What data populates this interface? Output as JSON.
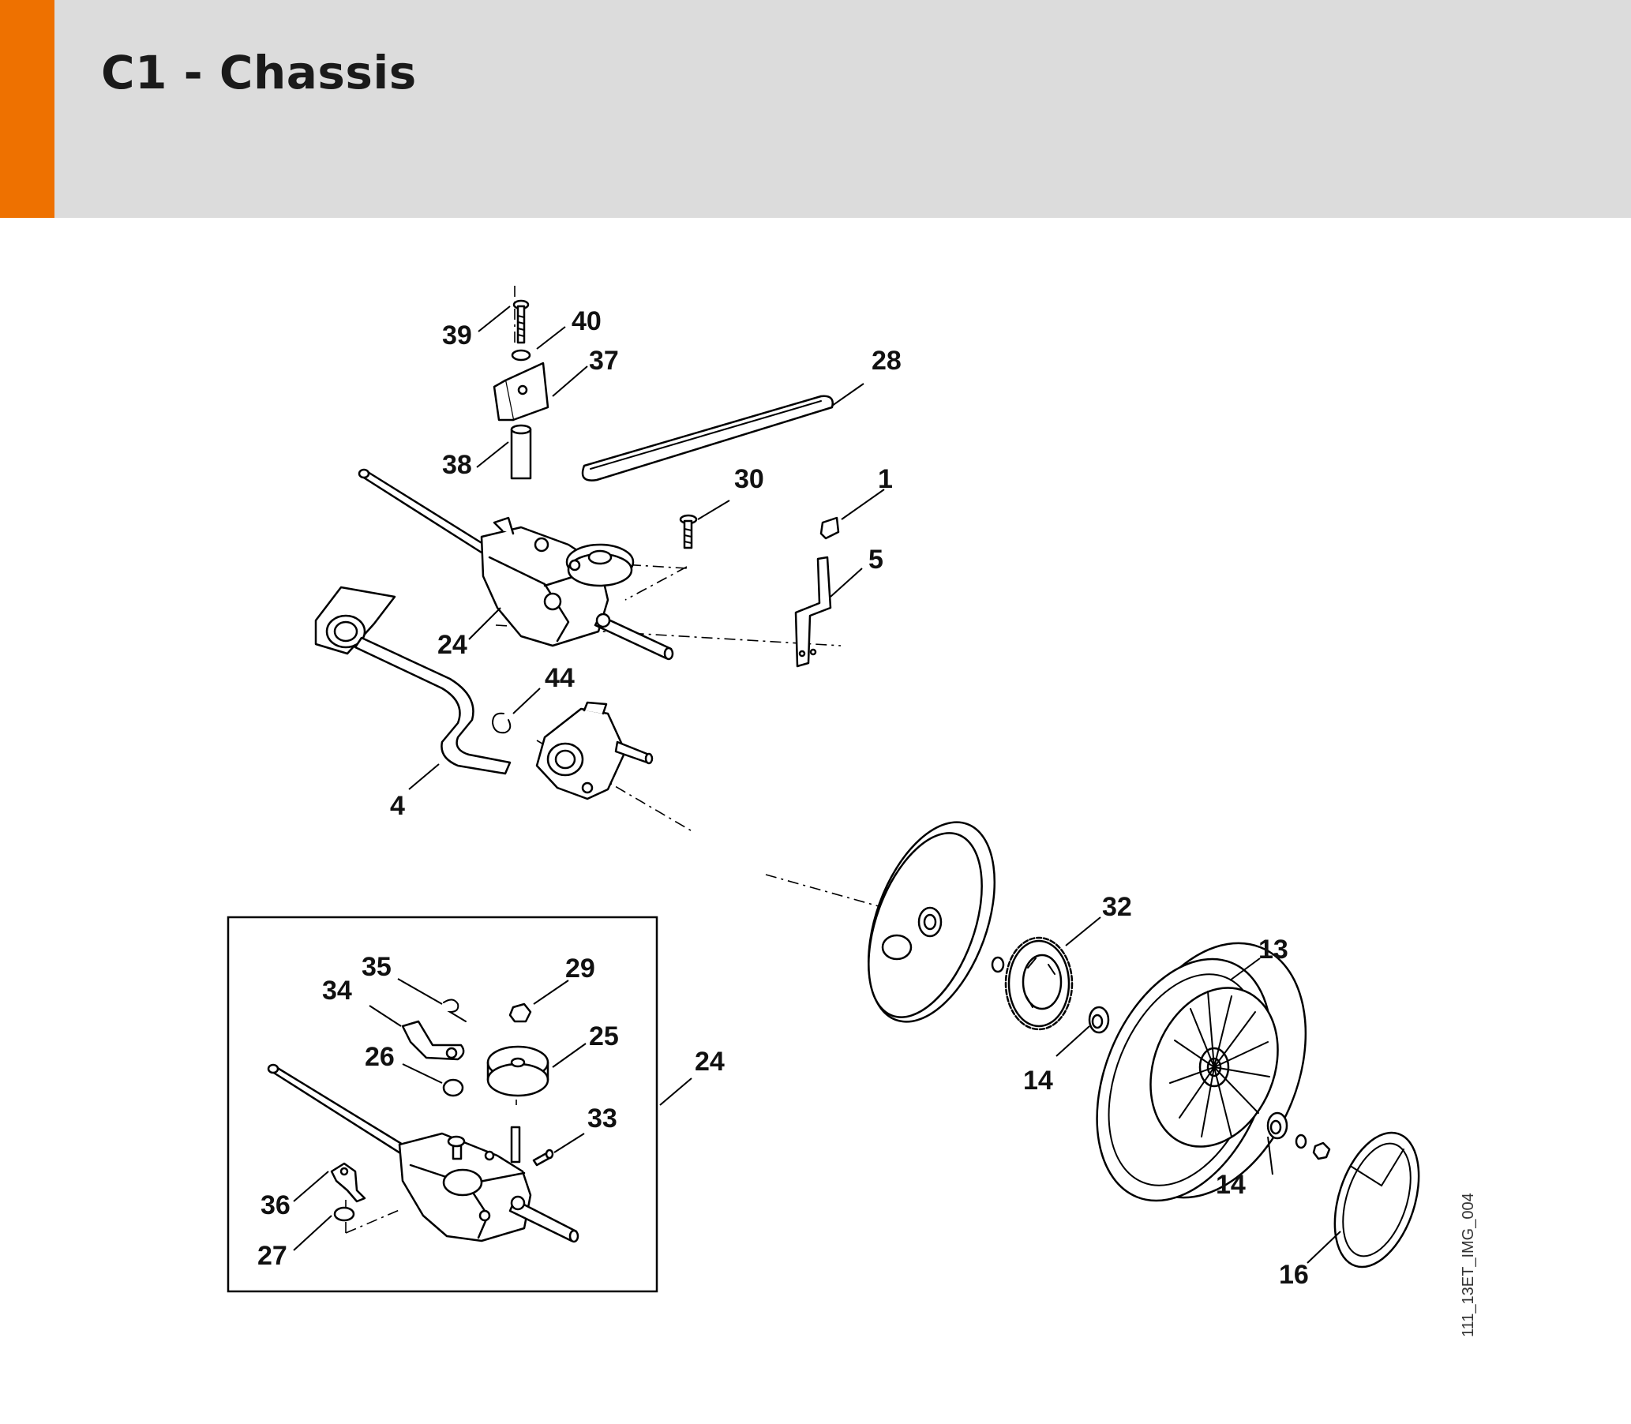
{
  "page": {
    "title": "C1 - Chassis",
    "accent_color": "#ee7100",
    "header_color": "#dcdcdc",
    "image_ref": "111_13ET_IMG_004"
  },
  "callouts": [
    {
      "id": "c39",
      "label": "39"
    },
    {
      "id": "c40",
      "label": "40"
    },
    {
      "id": "c37",
      "label": "37"
    },
    {
      "id": "c28",
      "label": "28"
    },
    {
      "id": "c38",
      "label": "38"
    },
    {
      "id": "c30",
      "label": "30"
    },
    {
      "id": "c1",
      "label": "1"
    },
    {
      "id": "c5",
      "label": "5"
    },
    {
      "id": "c24a",
      "label": "24"
    },
    {
      "id": "c44",
      "label": "44"
    },
    {
      "id": "c4",
      "label": "4"
    },
    {
      "id": "c32",
      "label": "32"
    },
    {
      "id": "c13",
      "label": "13"
    },
    {
      "id": "c14a",
      "label": "14"
    },
    {
      "id": "c14b",
      "label": "14"
    },
    {
      "id": "c16",
      "label": "16"
    },
    {
      "id": "c35",
      "label": "35"
    },
    {
      "id": "c29",
      "label": "29"
    },
    {
      "id": "c34",
      "label": "34"
    },
    {
      "id": "c25",
      "label": "25"
    },
    {
      "id": "c26",
      "label": "26"
    },
    {
      "id": "c24b",
      "label": "24"
    },
    {
      "id": "c33",
      "label": "33"
    },
    {
      "id": "c36",
      "label": "36"
    },
    {
      "id": "c27",
      "label": "27"
    }
  ]
}
